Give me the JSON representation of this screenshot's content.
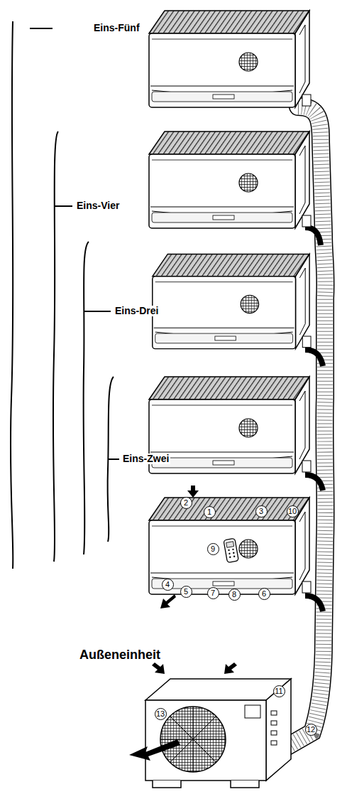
{
  "diagram": {
    "labels": [
      "Eins-Fünf",
      "Eins-Vier",
      "Eins-Drei",
      "Eins-Zwei",
      "2",
      "1",
      "3",
      "10",
      "4",
      "5",
      "7",
      "8",
      "6",
      "9",
      "Außeneinheit",
      "11",
      "13",
      "12"
    ]
  }
}
